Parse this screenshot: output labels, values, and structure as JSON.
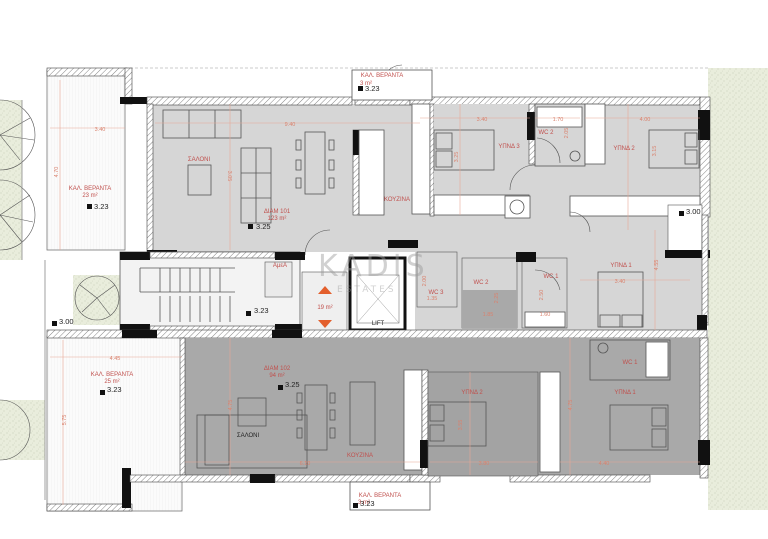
{
  "watermark": {
    "line1": "KADIS",
    "line2": "ESTATES"
  },
  "colors": {
    "apt101_floor": "#d6d6d6",
    "apt102_floor": "#a9a9a9",
    "label": "#c0504d",
    "dimension": "#d9826e",
    "garden": "#e7ecd9",
    "veranda": "#f7f7f7",
    "wall": "#111111"
  },
  "apartments": [
    {
      "id": "apt-101",
      "name": "ΔΙΑΜ 101",
      "area": "123 m²",
      "level": "3.25",
      "rooms": [
        {
          "name": "ΣΑΛΟΝΙ"
        },
        {
          "name": "ΚΟΥΖΙΝΑ"
        },
        {
          "name": "ΥΠΝΔ 3"
        },
        {
          "name": "ΥΠΝΔ 2"
        },
        {
          "name": "ΥΠΝΔ 1"
        },
        {
          "name": "WC 1"
        },
        {
          "name": "WC 2"
        },
        {
          "name": "WC 3"
        }
      ]
    },
    {
      "id": "apt-102",
      "name": "ΔΙΑΜ 102",
      "area": "94 m²",
      "level": "3.25",
      "rooms": [
        {
          "name": "ΣΑΛΟΝΙ"
        },
        {
          "name": "ΚΟΥΖΙΝΑ"
        },
        {
          "name": "ΥΠΝΔ 2"
        },
        {
          "name": "ΥΠΝΔ 1"
        },
        {
          "name": "WC 1"
        }
      ]
    }
  ],
  "verandas": [
    {
      "name": "ΚΑΛ. ΒΕΡΑΝΤΑ",
      "area": "23 m²",
      "level": "3.23"
    },
    {
      "name": "ΚΑΛ. ΒΕΡΑΝΤΑ",
      "area": "3 m²",
      "level": "3.23"
    },
    {
      "name": "ΚΑΛ. ΒΕΡΑΝΤΑ",
      "area": "25 m²",
      "level": "3.23"
    },
    {
      "name": "ΚΑΛ. ΒΕΡΑΝΤΑ",
      "area": "3 m²",
      "level": "3.23"
    }
  ],
  "common": {
    "stair_level": "3.23",
    "storage": "ΑμεΑ",
    "lobby_area": "19 m²",
    "lift": "LIFT",
    "level_left": "3.00",
    "level_right": "3.00"
  },
  "dimensions": {
    "veranda_top_w": "3.40",
    "veranda_top_h": "4.70",
    "apt101_width": "9.40",
    "salon101_depth": "3.05",
    "ypnd3_w": "3.40",
    "ypnd3_h": "3.25",
    "wc2_top_w": "1.70",
    "wc2_top_h": "2.05",
    "ypnd2_w": "4.00",
    "ypnd2_h": "3.15",
    "ypnd1_w": "3.40",
    "ypnd1_h": "4.55",
    "wc3_w": "1.35",
    "wc3_h": "2.00",
    "wc2_w": "1.85",
    "wc2_h": "2.25",
    "wc1_w": "1.60",
    "wc1_h": "2.50",
    "veranda_bot_w": "4.45",
    "veranda_bot_h": "5.75",
    "apt102_depth": "4.75",
    "apt102_width": "6.10",
    "ypnd2_102_w": "3.80",
    "ypnd2_102_h": "3.55",
    "ypnd1_102_w": "4.40",
    "ypnd1_102_h": "4.75"
  }
}
